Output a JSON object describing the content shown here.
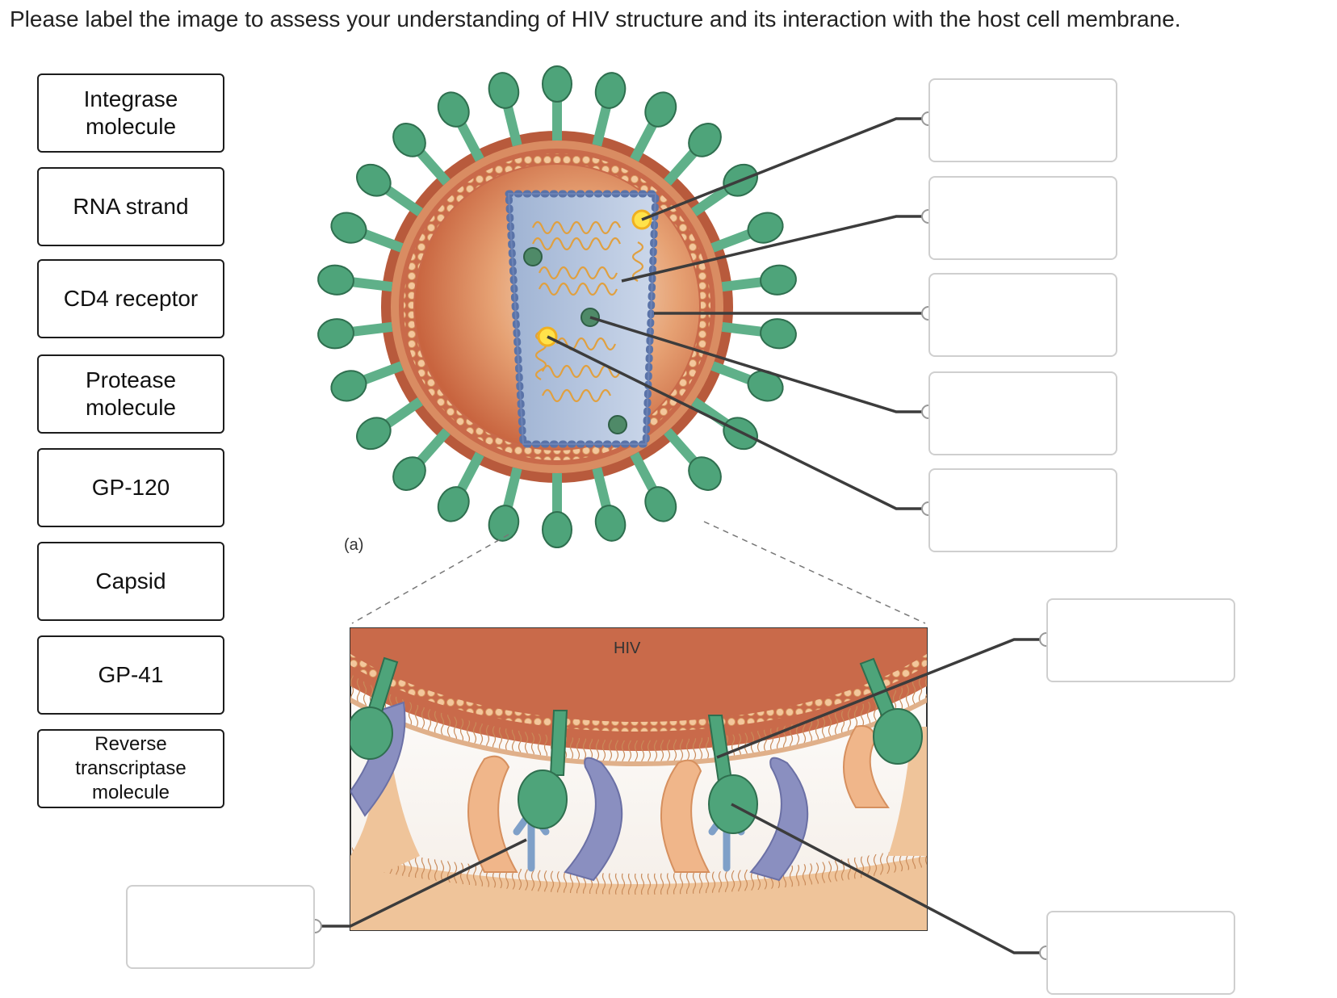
{
  "instructions": "Please label the image to assess your understanding of HIV structure and its interaction with the host cell membrane.",
  "label_bank": [
    "Integrase\nmolecule",
    "RNA strand",
    "CD4 receptor",
    "Protease\nmolecule",
    "GP-120",
    "Capsid",
    "GP-41",
    "Reverse\ntranscriptase\nmolecule"
  ],
  "figure": {
    "part_label": "(a)",
    "inset_label": "HIV"
  },
  "drop_zones_empty": 8,
  "colors": {
    "envelope": "#c96a4a",
    "capsid": "#a9bcd8",
    "glycoprotein": "#3f9a6e",
    "rna": "#e0a040",
    "host_membrane": "#efc49a",
    "receptor": "#8a8fc0"
  }
}
